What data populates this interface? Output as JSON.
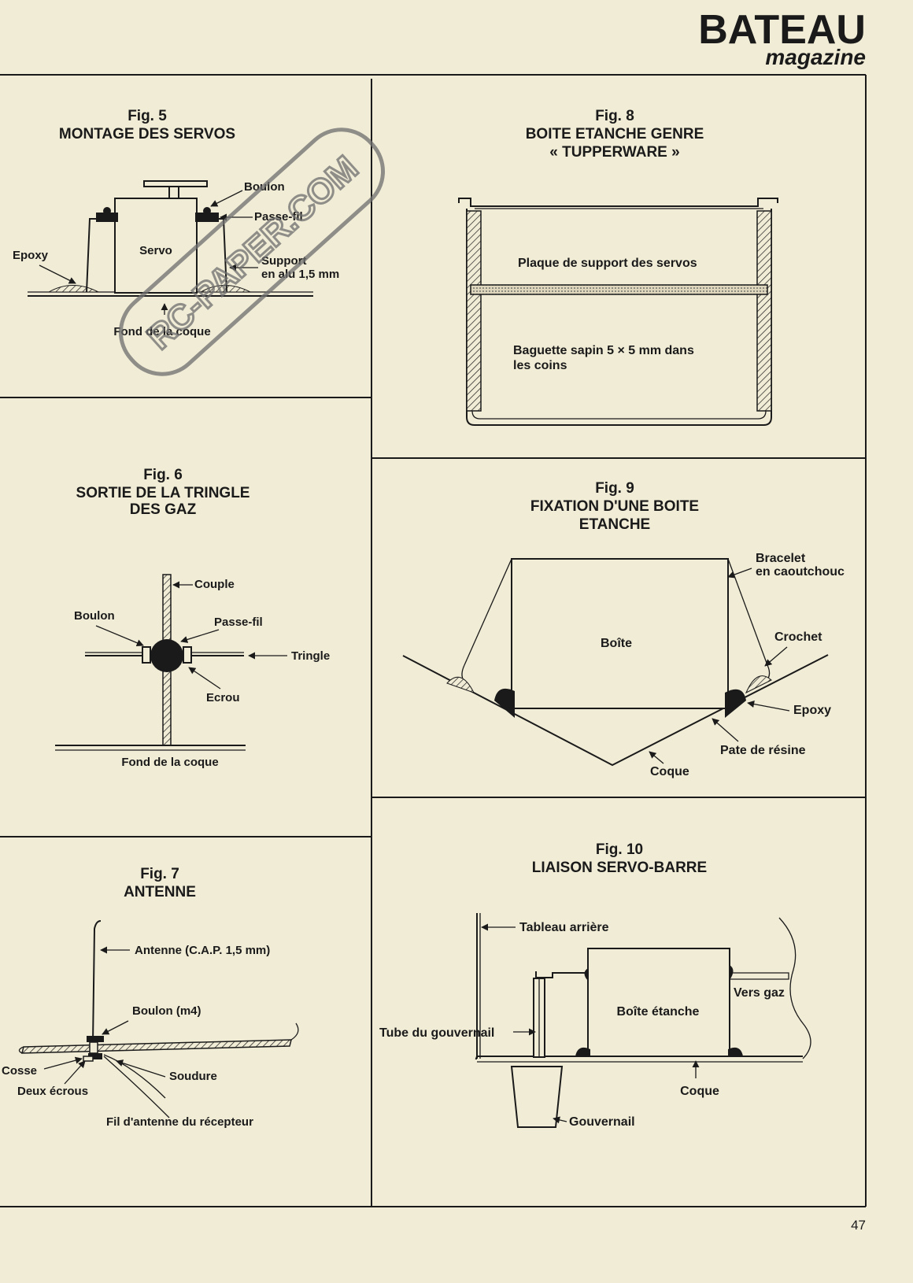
{
  "masthead": {
    "title": "BATEAU",
    "subtitle": "magazine"
  },
  "watermark": "RC-PAPER.COM",
  "page_number": "47",
  "fig5": {
    "num": "Fig. 5",
    "title": "MONTAGE DES SERVOS",
    "labels": {
      "boulon": "Boulon",
      "passe_fil": "Passe-fil",
      "epoxy": "Epoxy",
      "servo": "Servo",
      "support_1": "Support",
      "support_2": "en alu 1,5 mm",
      "fond": "Fond de la coque"
    }
  },
  "fig6": {
    "num": "Fig. 6",
    "title_1": "SORTIE DE LA TRINGLE",
    "title_2": "DES GAZ",
    "labels": {
      "couple": "Couple",
      "boulon": "Boulon",
      "passe_fil": "Passe-fil",
      "tringle": "Tringle",
      "ecrou": "Ecrou",
      "fond": "Fond de la coque"
    }
  },
  "fig7": {
    "num": "Fig. 7",
    "title": "ANTENNE",
    "labels": {
      "antenne": "Antenne (C.A.P. 1,5 mm)",
      "boulon": "Boulon (m4)",
      "cosse": "Cosse",
      "soudure": "Soudure",
      "ecrous": "Deux écrous",
      "fil": "Fil d'antenne du récepteur"
    }
  },
  "fig8": {
    "num": "Fig. 8",
    "title_1": "BOITE ETANCHE GENRE",
    "title_2": "« TUPPERWARE »",
    "labels": {
      "plaque": "Plaque de support des servos",
      "baguette_1": "Baguette sapin 5 × 5 mm dans",
      "baguette_2": "les coins"
    }
  },
  "fig9": {
    "num": "Fig. 9",
    "title_1": "FIXATION D'UNE BOITE",
    "title_2": "ETANCHE",
    "labels": {
      "bracelet_1": "Bracelet",
      "bracelet_2": "en caoutchouc",
      "boite": "Boîte",
      "crochet": "Crochet",
      "epoxy": "Epoxy",
      "pate": "Pate de résine",
      "coque": "Coque"
    }
  },
  "fig10": {
    "num": "Fig. 10",
    "title": "LIAISON SERVO-BARRE",
    "labels": {
      "tableau": "Tableau arrière",
      "vers_gaz": "Vers gaz",
      "boite": "Boîte étanche",
      "tube": "Tube du gouvernail",
      "coque": "Coque",
      "gouvernail": "Gouvernail"
    }
  },
  "colors": {
    "paper": "#f1ecd6",
    "ink": "#1a1a1a",
    "watermark": "#6e6e6e"
  }
}
